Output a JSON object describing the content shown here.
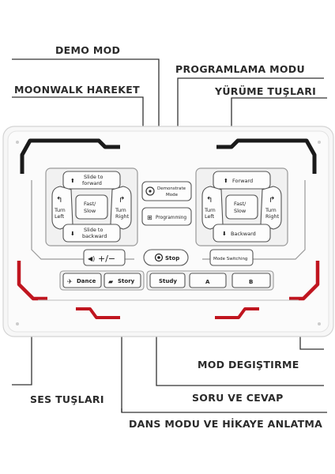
{
  "callouts": {
    "demo_mod": "DEMO MOD",
    "programlama_modu": "PROGRAMLAMA MODU",
    "moonwalk_hareket": "MOONWALK HAREKET",
    "yurume_tuslari": "YÜRÜME TUŞLARI",
    "mod_degistirme": "MOD DEGIŞTIRME",
    "ses_tuslari": "SES TUŞLARI",
    "soru_ve_cevap": "SORU VE CEVAP",
    "dans_modu": "DANS MODU VE HİKAYE ANLATMA"
  },
  "left_pad": {
    "slide_forward_1": "Slide to",
    "slide_forward_2": "forward",
    "turn_left_1": "Turn",
    "turn_left_2": "Left",
    "fast_slow_1": "Fast/",
    "fast_slow_2": "Slow",
    "turn_right_1": "Turn",
    "turn_right_2": "Right",
    "slide_backward_1": "Slide to",
    "slide_backward_2": "backward"
  },
  "center": {
    "demo_1": "Demonstrate",
    "demo_2": "Mode",
    "programming": "Programming",
    "stop": "Stop",
    "mode_switching": "Mode Switching"
  },
  "right_pad": {
    "forward": "Forward",
    "turn_left_1": "Turn",
    "turn_left_2": "Left",
    "fast_slow_1": "Fast/",
    "fast_slow_2": "Slow",
    "turn_right_1": "Turn",
    "turn_right_2": "Right",
    "backward": "Backward"
  },
  "bottom": {
    "volume": "+/−",
    "dance": "Dance",
    "story": "Story",
    "study": "Study",
    "a": "A",
    "b": "B"
  },
  "colors": {
    "accent_red": "#c0151f",
    "frame_black": "#1a1a1a",
    "line": "#333333"
  }
}
